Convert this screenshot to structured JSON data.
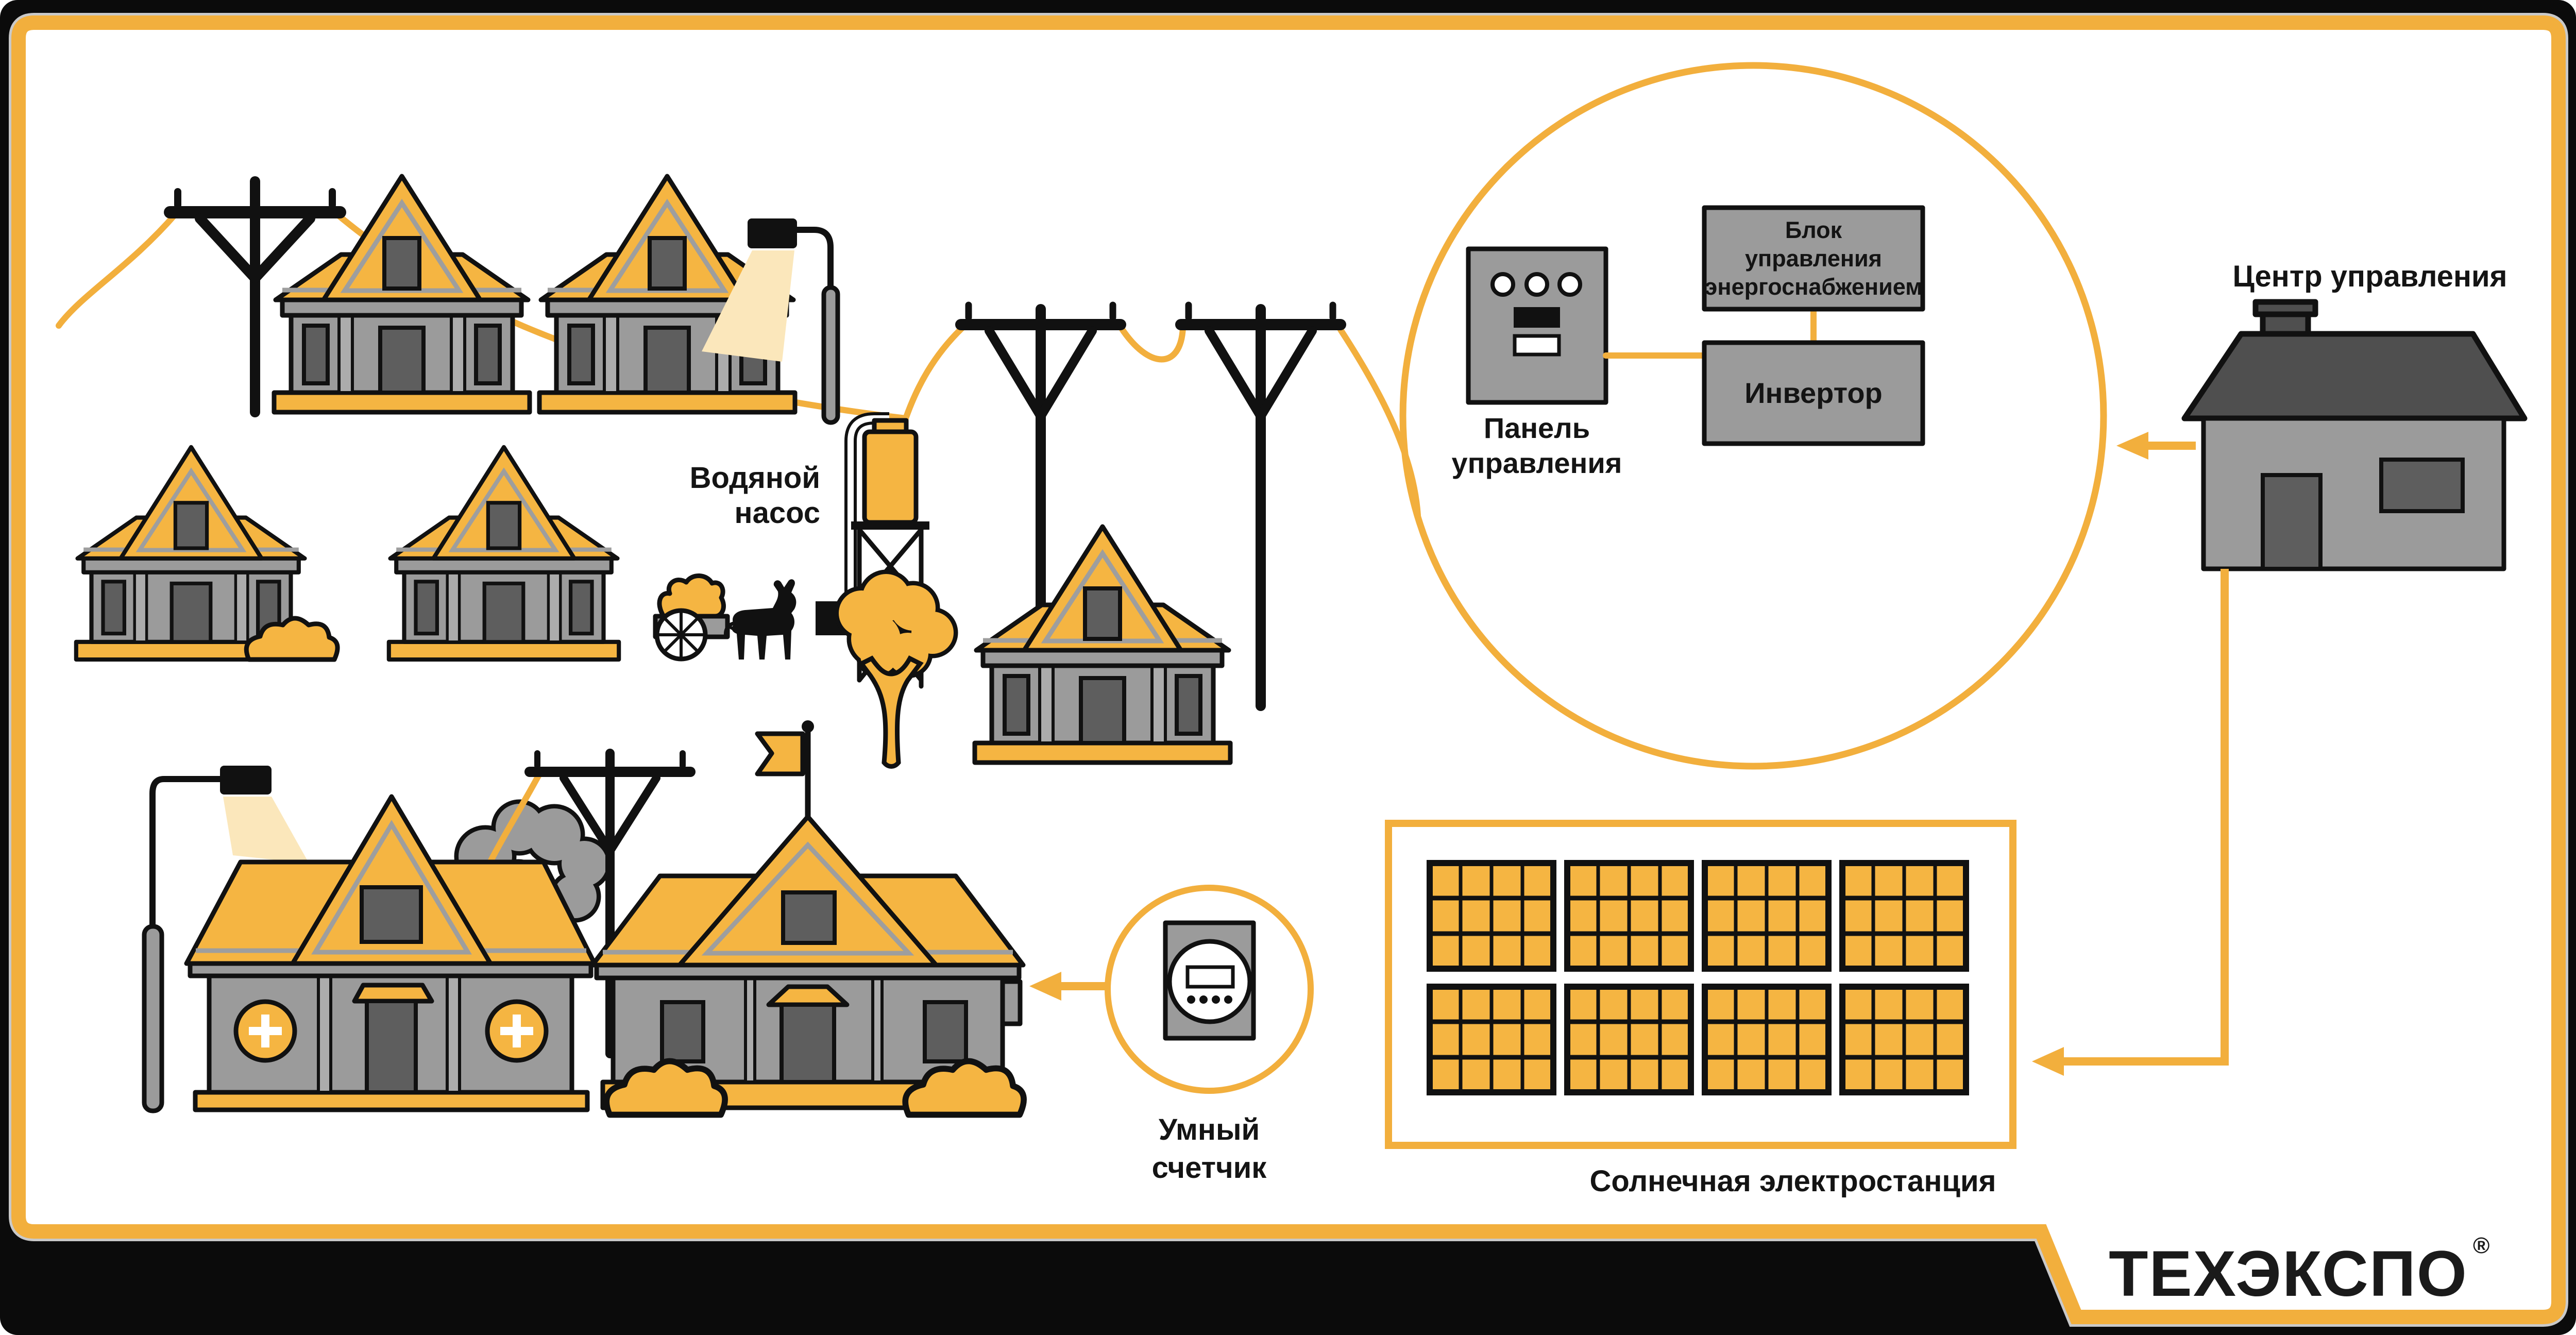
{
  "colors": {
    "accent": "#F5B542",
    "wire": "#F2AF3D",
    "beam": "#FBE7BB",
    "wall_gray": "#9B9B9B",
    "dark_gray": "#5E5E5E",
    "roof_dark": "#4F4F4F",
    "outline": "#111111",
    "text": "#141414"
  },
  "labels": {
    "water_pump_1": "Водяной",
    "water_pump_2": "насос",
    "panel_1": "Панель",
    "panel_2": "управления",
    "block_1": "Блок",
    "block_2": "управления",
    "block_3": "энергоснабжением",
    "inverter": "Инвертор",
    "control_center": "Центр управления",
    "meter_1": "Умный",
    "meter_2": "счетчик",
    "solar": "Солнечная электростанция",
    "logo": "ТЕХЭКСПО",
    "logo_reg": "®"
  }
}
